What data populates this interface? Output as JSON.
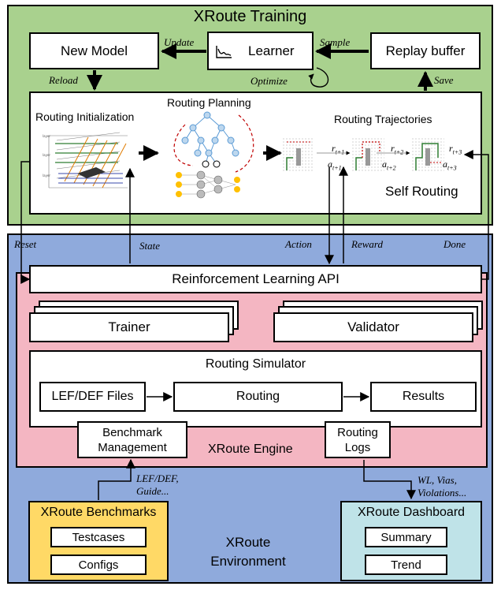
{
  "training": {
    "title": "XRoute Training",
    "new_model": "New Model",
    "learner": "Learner",
    "replay_buffer": "Replay buffer",
    "update": "Update",
    "sample": "Sample",
    "optimize": "Optimize",
    "reload": "Reload",
    "save": "Save",
    "routing_initialization": "Routing Initialization",
    "routing_planning": "Routing Planning",
    "routing_trajectories": "Routing Trajectories",
    "self_routing": "Self Routing",
    "traj": {
      "r1": "r",
      "r1sub": "t+1",
      "a1": "a",
      "a1sub": "t+1",
      "r2": "r",
      "r2sub": "t+2",
      "a2": "a",
      "a2sub": "t+2",
      "r3": "r",
      "r3sub": "t+3",
      "a3": "a",
      "a3sub": "t+3"
    }
  },
  "interface": {
    "reset": "Reset",
    "state": "State",
    "action": "Action",
    "reward": "Reward",
    "done": "Done"
  },
  "engine": {
    "rl_api": "Reinforcement Learning API",
    "trainer": "Trainer",
    "validator": "Validator",
    "routing_simulator": "Routing Simulator",
    "lef_def_files": "LEF/DEF Files",
    "routing": "Routing",
    "results": "Results",
    "benchmark_management_1": "Benchmark",
    "benchmark_management_2": "Management",
    "engine_title": "XRoute Engine",
    "routing_logs_1": "Routing",
    "routing_logs_2": "Logs"
  },
  "environment": {
    "title_1": "XRoute",
    "title_2": "Environment",
    "lefdef_label_1": "LEF/DEF,",
    "lefdef_label_2": "Guide...",
    "wl_label_1": "WL, Vias,",
    "wl_label_2": "Violations...",
    "benchmarks": "XRoute Benchmarks",
    "testcases": "Testcases",
    "configs": "Configs",
    "dashboard": "XRoute Dashboard",
    "summary": "Summary",
    "trend": "Trend"
  },
  "colors": {
    "training_bg": "#a9d18e",
    "environment_bg": "#8faadc",
    "engine_bg": "#f4b6c2",
    "benchmarks_bg": "#ffd966",
    "dashboard_bg": "#bfe3e8",
    "dashed_red": "#c00000",
    "tree_blue": "#5b9bd5",
    "node_yellow": "#ffc000"
  }
}
